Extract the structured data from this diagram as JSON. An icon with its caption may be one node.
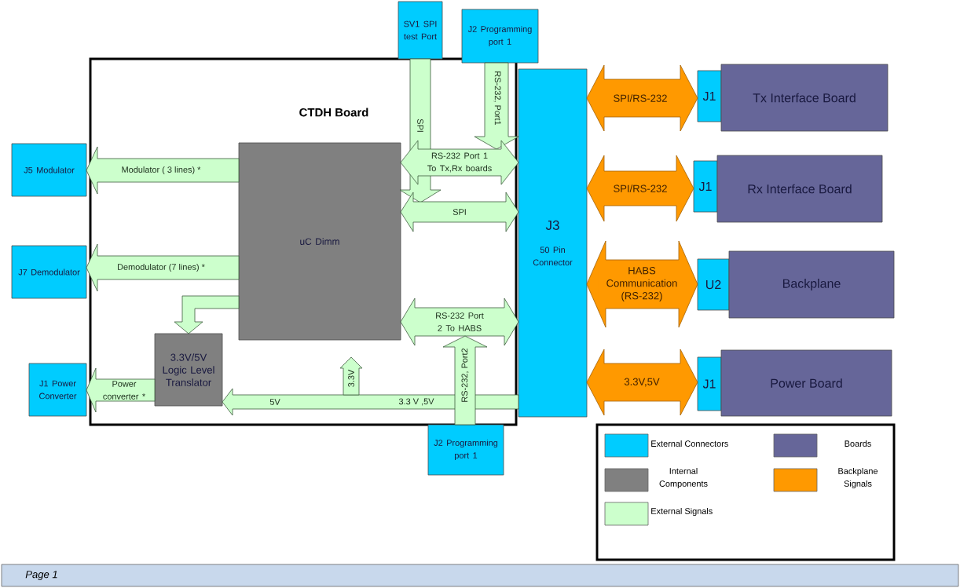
{
  "diagram": {
    "nodes": [
      {
        "text": [
          "CTDH Board"
        ]
      },
      {
        "text": [
          "SV1 SPI test Port"
        ]
      },
      {
        "text": [
          "J2 Programming port 1"
        ]
      },
      {
        "text": [
          "J5 Modulator"
        ]
      },
      {
        "text": [
          "J7 Demodulator"
        ]
      },
      {
        "text": [
          "J1 Power Converter"
        ]
      },
      {
        "text": [
          "uC Dimm"
        ],
        "in": 0
      },
      {
        "text": [
          "3.3V/5V Logic Level Translator"
        ],
        "in": 0
      },
      {
        "text": [
          "J3",
          "50 Pin Connector"
        ]
      },
      {
        "text": [
          "J2 Programming port 1"
        ]
      },
      {
        "text": [
          "J1"
        ]
      },
      {
        "text": [
          "Tx Interface Board"
        ]
      },
      {
        "text": [
          "J1"
        ]
      },
      {
        "text": [
          "Rx Interface Board"
        ]
      },
      {
        "text": [
          "U2"
        ]
      },
      {
        "text": [
          "Backplane"
        ]
      },
      {
        "text": [
          "J1"
        ]
      },
      {
        "text": [
          "Power Board"
        ]
      }
    ],
    "edges": [
      {
        "from": 6,
        "to": 3,
        "arrow": "to",
        "label": "Modulator ( 3 lines) *"
      },
      {
        "from": 6,
        "to": 4,
        "arrow": "to",
        "label": "Demodulator (7 lines) *"
      },
      {
        "from": 6,
        "to": 7,
        "arrow": "to"
      },
      {
        "from": 7,
        "to": 5,
        "arrow": "to",
        "label": "Power converter *"
      },
      {
        "from": 1,
        "to": null,
        "arrow": "to",
        "label": "SPI"
      },
      {
        "from": 2,
        "to": null,
        "arrow": "to",
        "label": "RS-232, Port1"
      },
      {
        "from": 6,
        "to": 8,
        "arrow": "both",
        "label": "RS-232 Port 1 To Tx,Rx boards"
      },
      {
        "from": 6,
        "to": 8,
        "arrow": "both",
        "label": "SPI"
      },
      {
        "from": 6,
        "to": 8,
        "arrow": "both",
        "label": "RS-232 Port 2 To HABS"
      },
      {
        "from": 8,
        "to": 7,
        "arrow": "to",
        "label": "3.3 V ,5V"
      },
      {
        "from": 9,
        "to": null,
        "arrow": "to",
        "label": "RS-232, Port2"
      },
      {
        "from": 8,
        "to": 10,
        "arrow": "both",
        "label": "SPI/RS-232",
        "color": "#ff9900"
      },
      {
        "from": 8,
        "to": 12,
        "arrow": "both",
        "label": "SPI/RS-232",
        "color": "#ff9900"
      },
      {
        "from": 8,
        "to": 14,
        "arrow": "both",
        "label": "HABS Communication (RS-232)",
        "color": "#ff9900"
      },
      {
        "from": 8,
        "to": 16,
        "arrow": "both",
        "label": "3.3V,5V",
        "color": "#ff9900"
      }
    ],
    "labels": [
      "5V",
      "3.3V",
      "Page 1"
    ],
    "legend": [
      {
        "text": "External Connectors",
        "color": "#00ccff"
      },
      {
        "text": "Boards",
        "color": "#666699"
      },
      {
        "text": "Internal Components",
        "color": "#808080"
      },
      {
        "text": "Backplane Signals",
        "color": "#ff9900"
      },
      {
        "text": "External Signals",
        "color": "#ccffcc"
      }
    ]
  }
}
